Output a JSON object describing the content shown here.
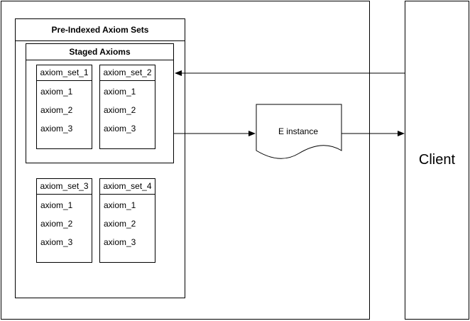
{
  "pre_indexed": {
    "title": "Pre-Indexed Axiom Sets"
  },
  "staged": {
    "title": "Staged Axioms"
  },
  "axiom_sets": [
    {
      "title": "axiom_set_1",
      "items": [
        "axiom_1",
        "axiom_2",
        "axiom_3"
      ]
    },
    {
      "title": "axiom_set_2",
      "items": [
        "axiom_1",
        "axiom_2",
        "axiom_3"
      ]
    },
    {
      "title": "axiom_set_3",
      "items": [
        "axiom_1",
        "axiom_2",
        "axiom_3"
      ]
    },
    {
      "title": "axiom_set_4",
      "items": [
        "axiom_1",
        "axiom_2",
        "axiom_3"
      ]
    }
  ],
  "document": {
    "label": "E instance"
  },
  "client": {
    "label": "Client"
  }
}
